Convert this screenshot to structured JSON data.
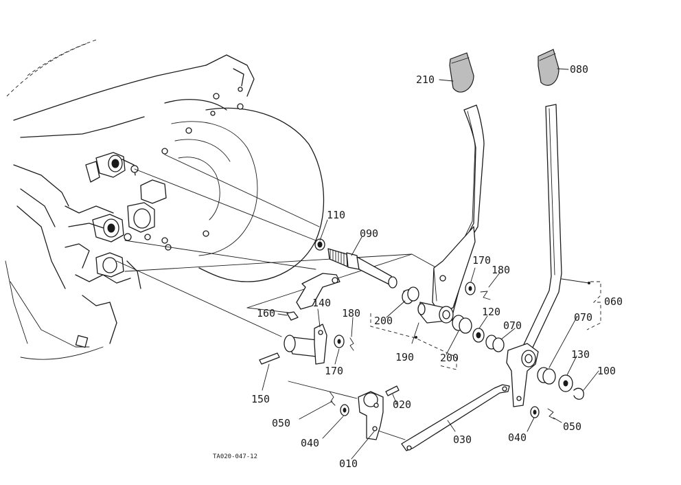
{
  "diagram": {
    "code": "TA020-047-12",
    "callouts": [
      {
        "id": "210",
        "text": "210"
      },
      {
        "id": "080",
        "text": "080"
      },
      {
        "id": "110",
        "text": "110"
      },
      {
        "id": "090",
        "text": "090"
      },
      {
        "id": "170a",
        "text": "170"
      },
      {
        "id": "180a",
        "text": "180"
      },
      {
        "id": "140",
        "text": "140"
      },
      {
        "id": "160",
        "text": "160"
      },
      {
        "id": "180b",
        "text": "180"
      },
      {
        "id": "200a",
        "text": "200"
      },
      {
        "id": "120",
        "text": "120"
      },
      {
        "id": "070a",
        "text": "070"
      },
      {
        "id": "070b",
        "text": "070"
      },
      {
        "id": "060",
        "text": "060"
      },
      {
        "id": "190",
        "text": "190"
      },
      {
        "id": "200b",
        "text": "200"
      },
      {
        "id": "170b",
        "text": "170"
      },
      {
        "id": "130",
        "text": "130"
      },
      {
        "id": "100",
        "text": "100"
      },
      {
        "id": "150",
        "text": "150"
      },
      {
        "id": "020",
        "text": "020"
      },
      {
        "id": "050a",
        "text": "050"
      },
      {
        "id": "040a",
        "text": "040"
      },
      {
        "id": "030",
        "text": "030"
      },
      {
        "id": "040b",
        "text": "040"
      },
      {
        "id": "050b",
        "text": "050"
      },
      {
        "id": "010",
        "text": "010"
      }
    ]
  }
}
